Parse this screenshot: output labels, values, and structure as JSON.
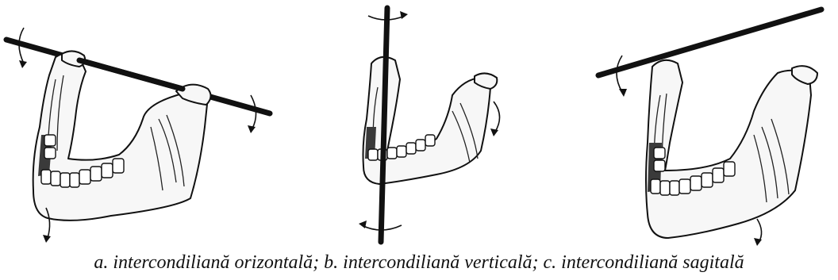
{
  "caption": "a. intercondiliană orizontală; b. intercondiliană verticală; c. intercondiliană sagitală",
  "panels": [
    {
      "id": "a",
      "axis": "horizontal"
    },
    {
      "id": "b",
      "axis": "vertical"
    },
    {
      "id": "c",
      "axis": "sagittal"
    }
  ],
  "colors": {
    "ink": "#111111",
    "bone": "#f7f7f7",
    "background": "#ffffff"
  }
}
